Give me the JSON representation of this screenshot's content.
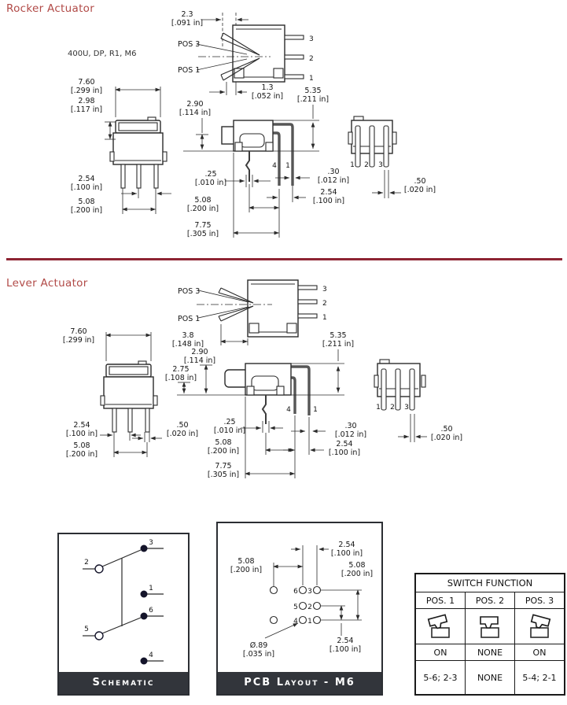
{
  "page": {
    "accent_red": "#b14a47",
    "divider_red": "#8e2433",
    "footer_dark": "#32353b"
  },
  "rocker": {
    "title": "Rocker Actuator",
    "part_code": "400U, DP, R1, M6",
    "pos3": "POS 3",
    "pos1": "POS 1",
    "top_pins": [
      "3",
      "2",
      "1"
    ],
    "side_pins": [
      "4",
      "1"
    ],
    "rear_pins": [
      "1",
      "2",
      "3"
    ],
    "dims": {
      "travel": [
        "2.3",
        "[.091 in]"
      ],
      "tip": [
        "1.3",
        "[.052 in]"
      ],
      "height": [
        "5.35",
        "[.211 in]"
      ],
      "width": [
        "7.60",
        "[.299 in]"
      ],
      "actuator_h": [
        "2.98",
        "[.117 in]"
      ],
      "pin_pitch": [
        "2.54",
        "[.100 in]"
      ],
      "pin_span": [
        "5.08",
        "[.200 in]"
      ],
      "body_h": [
        "2.90",
        "[.114 in]"
      ],
      "pin_offset": [
        ".25",
        "[.010 in]"
      ],
      "side_span": [
        "5.08",
        "[.200 in]"
      ],
      "overall": [
        "7.75",
        "[.305 in]"
      ],
      "pin_thick": [
        ".30",
        "[.012 in]"
      ],
      "bent_pitch": [
        "2.54",
        "[.100 in]"
      ],
      "pin_width": [
        ".50",
        "[.020 in]"
      ]
    }
  },
  "lever": {
    "title": "Lever Actuator",
    "pos3": "POS 3",
    "pos1": "POS 1",
    "top_pins": [
      "3",
      "2",
      "1"
    ],
    "side_pins": [
      "4",
      "1"
    ],
    "rear_pins": [
      "1",
      "2",
      "3"
    ],
    "dims": {
      "travel": [
        "3.8",
        "[.148 in]"
      ],
      "height": [
        "5.35",
        "[.211 in]"
      ],
      "width": [
        "7.60",
        "[.299 in]"
      ],
      "body_h": [
        "2.90",
        "[.114 in]"
      ],
      "lever_h": [
        "2.75",
        "[.108 in]"
      ],
      "pin_pitch": [
        "2.54",
        "[.100 in]"
      ],
      "pin_width_front": [
        ".50",
        "[.020 in]"
      ],
      "pin_span": [
        "5.08",
        "[.200 in]"
      ],
      "pin_offset": [
        ".25",
        "[.010 in]"
      ],
      "side_span": [
        "5.08",
        "[.200 in]"
      ],
      "overall": [
        "7.75",
        "[.305 in]"
      ],
      "pin_thick": [
        ".30",
        "[.012 in]"
      ],
      "bent_pitch": [
        "2.54",
        "[.100 in]"
      ],
      "pin_width": [
        ".50",
        "[.020 in]"
      ]
    }
  },
  "schematic": {
    "label": "Schematic",
    "pins": {
      "p1": "1",
      "p2": "2",
      "p3": "3",
      "p4": "4",
      "p5": "5",
      "p6": "6"
    }
  },
  "pcb": {
    "label": "PCB Layout - M6",
    "pins": {
      "p1": "1",
      "p2": "2",
      "p3": "3",
      "p4": "4",
      "p5": "5",
      "p6": "6"
    },
    "dims": {
      "pitch_top": [
        "2.54",
        "[.100 in]"
      ],
      "span_left": [
        "5.08",
        "[.200 in]"
      ],
      "span_right": [
        "5.08",
        "[.200 in]"
      ],
      "pitch_bottom": [
        "2.54",
        "[.100 in]"
      ],
      "hole": [
        "Ø.89",
        "[.035 in]"
      ]
    }
  },
  "function_table": {
    "title": "SWITCH FUNCTION",
    "columns": [
      "POS. 1",
      "POS. 2",
      "POS. 3"
    ],
    "icons": [
      "rocker-tilted-left-icon",
      "rocker-center-icon",
      "rocker-tilted-right-icon"
    ],
    "state_row": [
      "ON",
      "NONE",
      "ON"
    ],
    "connection_row": [
      "5-6; 2-3",
      "NONE",
      "5-4; 2-1"
    ]
  }
}
